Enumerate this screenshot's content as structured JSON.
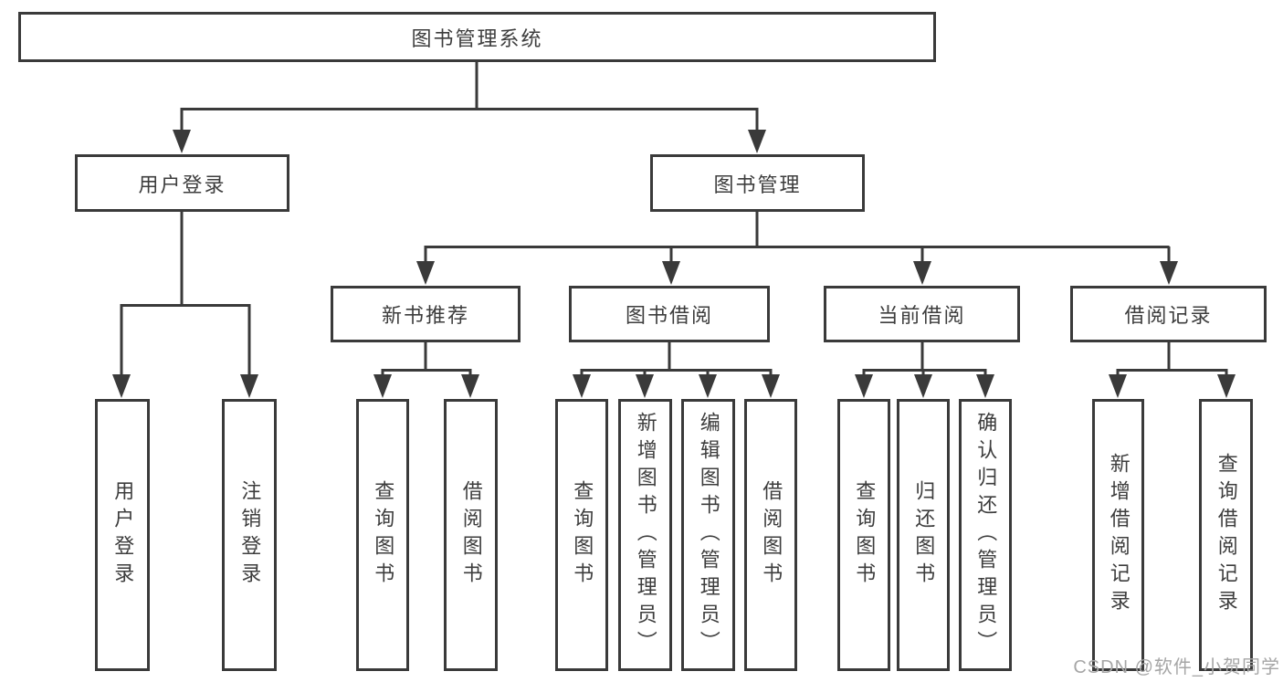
{
  "tree": {
    "root": {
      "label": "图书管理系统"
    },
    "branches": [
      {
        "label": "用户登录",
        "children": [
          {
            "label": "用户登录"
          },
          {
            "label": "注销登录"
          }
        ]
      },
      {
        "label": "图书管理",
        "children": [
          {
            "label": "新书推荐",
            "children": [
              {
                "label": "查询图书"
              },
              {
                "label": "借阅图书"
              }
            ]
          },
          {
            "label": "图书借阅",
            "children": [
              {
                "label": "查询图书"
              },
              {
                "label": "新增图书（管理员）"
              },
              {
                "label": "编辑图书（管理员）"
              },
              {
                "label": "借阅图书"
              }
            ]
          },
          {
            "label": "当前借阅",
            "children": [
              {
                "label": "查询图书"
              },
              {
                "label": "归还图书"
              },
              {
                "label": "确认归还（管理员）"
              }
            ]
          },
          {
            "label": "借阅记录",
            "children": [
              {
                "label": "新增借阅记录"
              },
              {
                "label": "查询借阅记录"
              }
            ]
          }
        ]
      }
    ]
  },
  "watermark": {
    "text": "CSDN @软件_小贺同学"
  },
  "colors": {
    "line": "#3a3a3a",
    "box_border": "#3a3a3a",
    "text": "#3d3d3d",
    "watermark": "#a6a6a6",
    "background": "#ffffff"
  }
}
